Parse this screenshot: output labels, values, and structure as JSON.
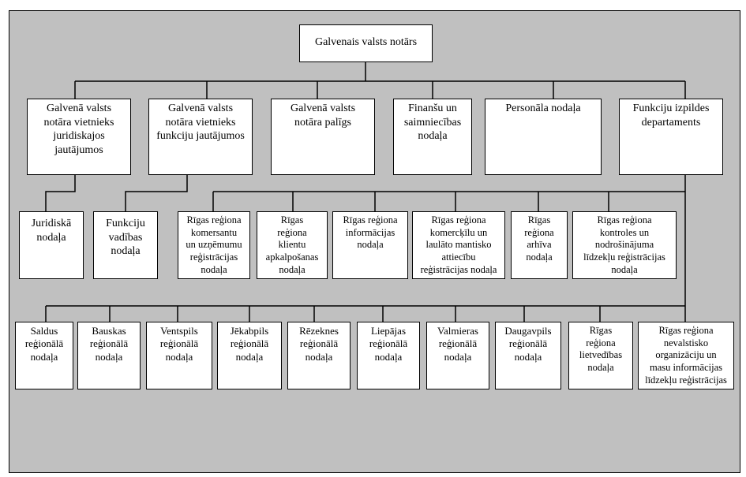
{
  "colors": {
    "background": "#c0c0c0",
    "box": "#ffffff",
    "line": "#000000"
  },
  "root": {
    "label": "Galvenais valsts notārs"
  },
  "level1": [
    {
      "label": "Galvenā valsts\nnotāra vietnieks\njuridiskajos\njautājumos"
    },
    {
      "label": "Galvenā valsts\nnotāra vietnieks\nfunkciju jautājumos"
    },
    {
      "label": "Galvenā valsts\nnotāra palīgs"
    },
    {
      "label": "Finanšu un\nsaimniecības\nnodaļa"
    },
    {
      "label": "Personāla nodaļa"
    },
    {
      "label": "Funkciju izpildes\ndepartaments"
    }
  ],
  "level2_left": [
    {
      "label": "Juridiskā\nnodaļa"
    },
    {
      "label": "Funkciju\nvadības\nnodaļa"
    }
  ],
  "level2_riga": [
    {
      "label": "Rīgas reģiona\nkomersantu\nun uzņēmumu\nreģistrācijas\nnodaļa"
    },
    {
      "label": "Rīgas\nreģiona\nklientu\napkalpošanas\nnodaļa"
    },
    {
      "label": "Rīgas reģiona\ninformācijas\nnodaļa"
    },
    {
      "label": "Rīgas reģiona\nkomercķīlu un\nlaulāto mantisko\nattiecību\nreģistrācijas nodaļa"
    },
    {
      "label": "Rīgas\nreģiona\narhīva\nnodaļa"
    },
    {
      "label": "Rīgas reģiona\nkontroles un\nnodrošinājuma\nlīdzekļu reģistrācijas\nnodaļa"
    }
  ],
  "level3": [
    {
      "label": "Saldus\nreģionālā\nnodaļa"
    },
    {
      "label": "Bauskas\nreģionālā\nnodaļa"
    },
    {
      "label": "Ventspils\nreģionālā\nnodaļa"
    },
    {
      "label": "Jēkabpils\nreģionālā\nnodaļa"
    },
    {
      "label": "Rēzeknes\nreģionālā\nnodaļa"
    },
    {
      "label": "Liepājas\nreģionālā\nnodaļa"
    },
    {
      "label": "Valmieras\nreģionālā\nnodaļa"
    },
    {
      "label": "Daugavpils\nreģionālā\nnodaļa"
    },
    {
      "label": "Rīgas\nreģiona\nlietvedības\nnodaļa"
    },
    {
      "label": "Rīgas reģiona\nnevalstisko\norganizāciju un\nmasu informācijas\nlīdzekļu reģistrācijas"
    }
  ]
}
